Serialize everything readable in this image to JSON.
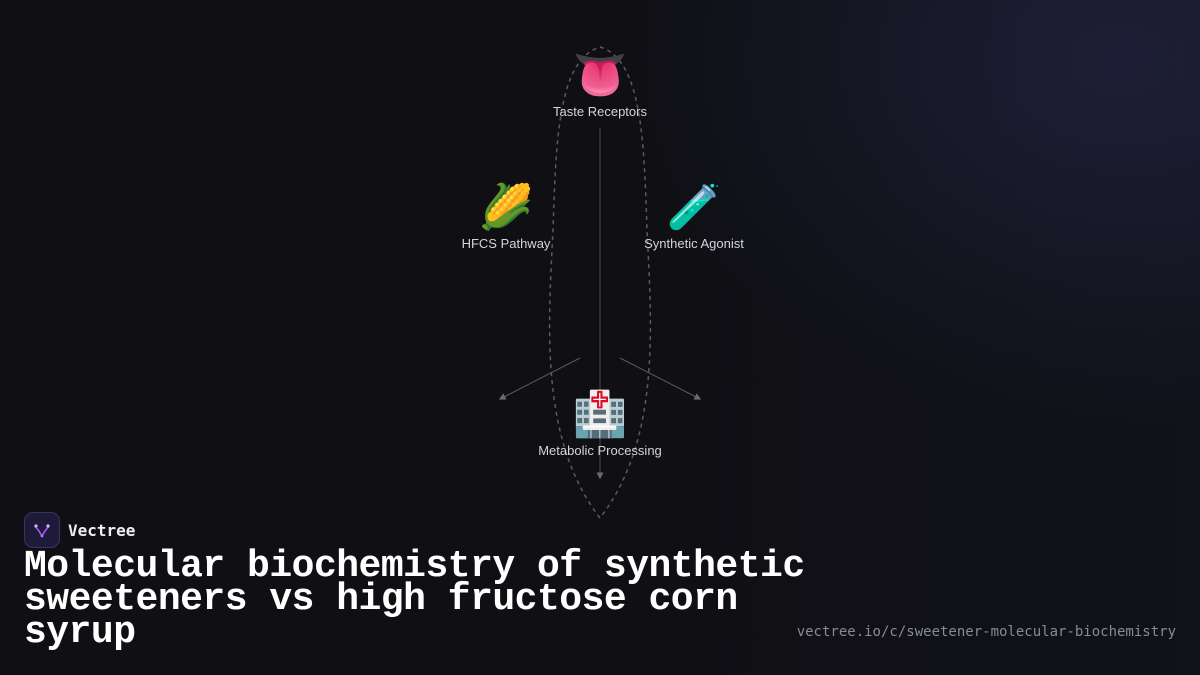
{
  "diagram": {
    "nodes": [
      {
        "id": "taste",
        "label": "Taste Receptors",
        "icon": "tongue-icon",
        "glyph": "👅"
      },
      {
        "id": "hfcs",
        "label": "HFCS Pathway",
        "icon": "corn-icon",
        "glyph": "🌽"
      },
      {
        "id": "synthetic",
        "label": "Synthetic Agonist",
        "icon": "test-tube-icon",
        "glyph": "🧪"
      },
      {
        "id": "metabolic",
        "label": "Metabolic Processing",
        "icon": "hospital-icon",
        "glyph": "🏥"
      }
    ],
    "edges": [
      {
        "from": "taste",
        "to": "metabolic"
      },
      {
        "from": "metabolic",
        "to": "hfcs"
      },
      {
        "from": "metabolic",
        "to": "synthetic"
      }
    ]
  },
  "brand": {
    "name": "Vectree",
    "accent": "#a855f7"
  },
  "title": "Molecular biochemistry of synthetic sweeteners vs high fructose corn syrup",
  "url": "vectree.io/c/sweetener-molecular-biochemistry",
  "colors": {
    "background": "#0f0f14",
    "edge": "#5a5a64",
    "text": "#d4d4dc"
  }
}
